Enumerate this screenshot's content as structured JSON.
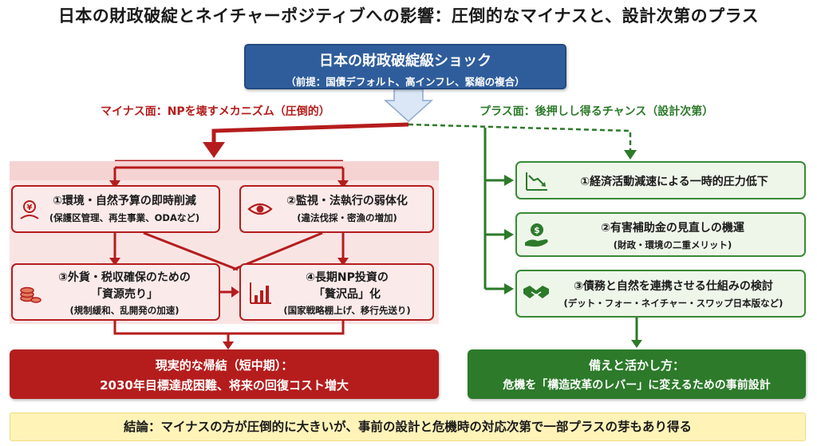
{
  "title": "日本の財政破綻とネイチャーポジティブへの影響：圧倒的なマイナスと、設計次第のプラス",
  "shock": {
    "title": "日本の財政破綻級ショック",
    "subtitle": "（前提：国債デフォルト、高インフレ、緊縮の複合）"
  },
  "minus": {
    "heading": "マイナス面：NPを壊すメカニズム（圧倒的）",
    "boxes": [
      {
        "title": "①環境・自然予算の即時削減",
        "sub": "(保護区管理、再生事業、ODAなど)",
        "icon": "yen-plant-icon"
      },
      {
        "title": "②監視・法執行の弱体化",
        "sub": "(違法伐採・密漁の増加)",
        "icon": "eye-icon"
      },
      {
        "title": "③外貨・税収確保のための",
        "title2": "「資源売り」",
        "sub": "(規制緩和、乱開発の加速)",
        "icon": "coins-icon"
      },
      {
        "title": "④長期NP投資の",
        "title2": "「贅沢品」化",
        "sub": "(国家戦略棚上げ、移行先送り)",
        "icon": "bar-chart-icon"
      }
    ],
    "result": {
      "line1": "現実的な帰結（短中期）：",
      "line2": "2030年目標達成困難、将来の回復コスト増大"
    }
  },
  "plus": {
    "heading": "プラス面：後押しし得るチャンス（設計次第）",
    "boxes": [
      {
        "title": "①経済活動減速による一時的圧力低下",
        "sub": "",
        "icon": "trend-down-icon"
      },
      {
        "title": "②有害補助金の見直しの機運",
        "sub": "(財政・環境の二重メリット)",
        "icon": "hand-dollar-icon"
      },
      {
        "title": "③債務と自然を連携させる仕組みの検討",
        "sub": "(デット・フォー・ネイチャー・スワップ日本版など)",
        "icon": "handshake-icon"
      }
    ],
    "result": {
      "line1": "備えと活かし方：",
      "line2": "危機を「構造改革のレバー」に変えるための事前設計"
    }
  },
  "conclusion": "結論：マイナスの方が圧倒的に大きいが、事前の設計と危機時の対応次第で一部プラスの芽もあり得る",
  "colors": {
    "red": "#b51d1d",
    "green": "#2c7a2a",
    "blue": "#2f5d9c",
    "conclusion_bg": "#fff3b8"
  }
}
